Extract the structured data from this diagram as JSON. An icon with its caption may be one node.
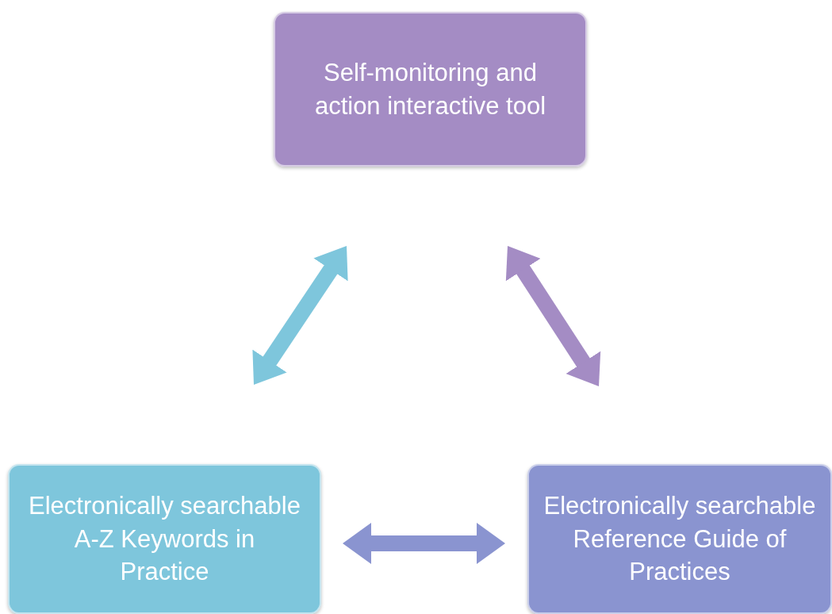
{
  "diagram": {
    "nodes": [
      {
        "text": [
          "Self-monitoring and action interactive tool"
        ]
      },
      {
        "text": [
          "Electronically searchable A-Z Keywords in Practice"
        ]
      },
      {
        "text": [
          "Electronically searchable Reference Guide of Practices"
        ]
      }
    ],
    "edges": [
      {
        "from": 1,
        "to": 0,
        "arrow": "both",
        "color": "#7ec6dc"
      },
      {
        "from": 0,
        "to": 2,
        "arrow": "both",
        "color": "#a48cc4"
      },
      {
        "from": 1,
        "to": 2,
        "arrow": "both",
        "color": "#8a94d0"
      }
    ]
  }
}
